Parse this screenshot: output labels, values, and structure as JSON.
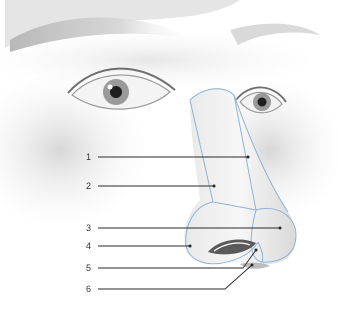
{
  "colors": {
    "background": "#ffffff",
    "skin_shadow": "#c9c9c9",
    "outline_blue": "#8fb3d6",
    "leader_line": "#2a2a2a",
    "iris": "#8c8c8c",
    "pupil": "#1e1e1e"
  },
  "callouts": [
    {
      "number": "1"
    },
    {
      "number": "2"
    },
    {
      "number": "3"
    },
    {
      "number": "4"
    },
    {
      "number": "5"
    },
    {
      "number": "6"
    }
  ]
}
